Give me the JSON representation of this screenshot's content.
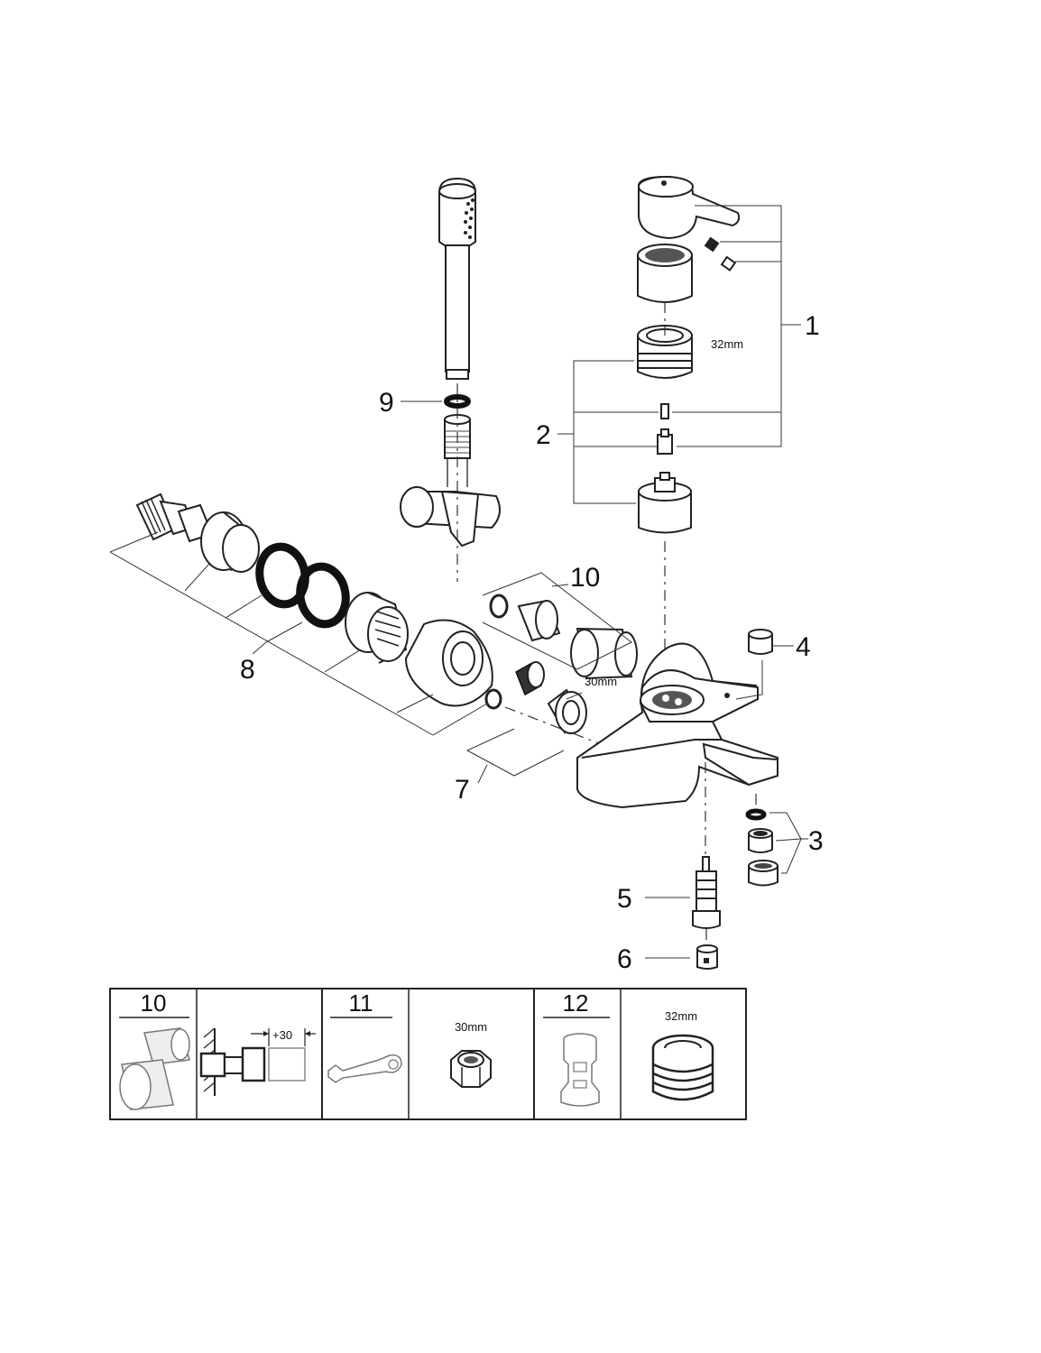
{
  "callouts": {
    "c1": "1",
    "c2": "2",
    "c3": "3",
    "c4": "4",
    "c5": "5",
    "c6": "6",
    "c7": "7",
    "c8": "8",
    "c9": "9",
    "c10": "10"
  },
  "annotations": {
    "cartridge_size": "32mm",
    "nut_size": "30mm"
  },
  "legend_table": {
    "cells": [
      {
        "number": "10",
        "extension_dim": "+30"
      },
      {
        "number": "11",
        "wrench_size": "30mm"
      },
      {
        "number": "12",
        "cartridge_size": "32mm"
      }
    ]
  }
}
